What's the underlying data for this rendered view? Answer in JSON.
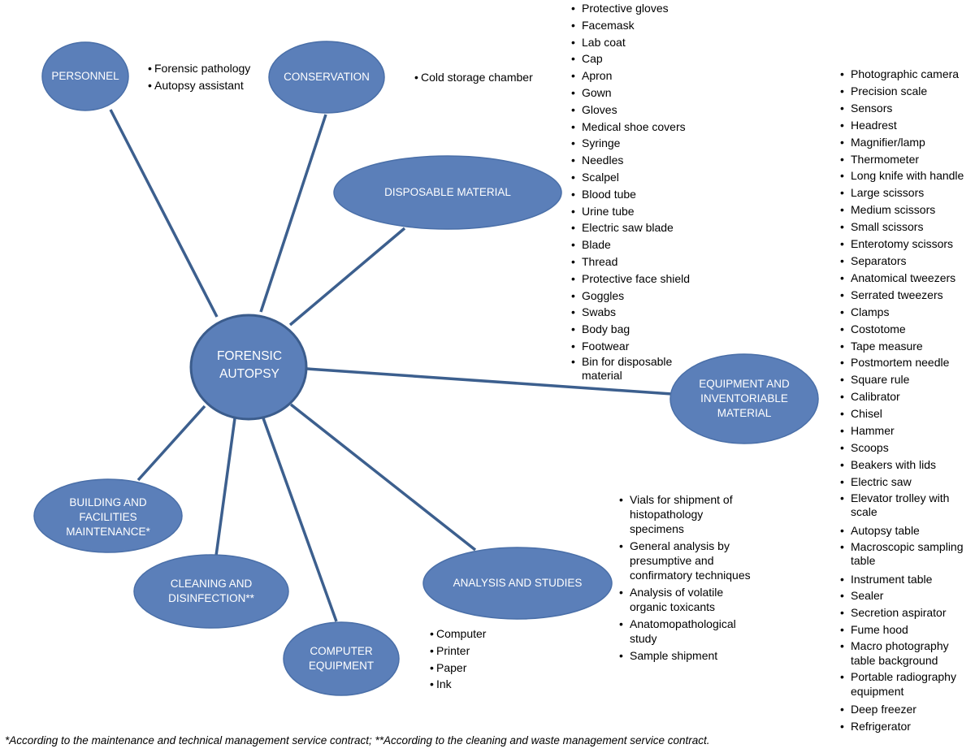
{
  "center": {
    "label": "FORENSIC AUTOPSY"
  },
  "nodes": {
    "personnel": "PERSONNEL",
    "conservation": "CONSERVATION",
    "disposable": "DISPOSABLE MATERIAL",
    "equipment": "EQUIPMENT AND INVENTORIABLE MATERIAL",
    "analysis": "ANALYSIS AND STUDIES",
    "computer": "COMPUTER EQUIPMENT",
    "cleaning": "CLEANING AND DISINFECTION**",
    "building": "BUILDING AND FACILITIES MAINTENANCE*"
  },
  "lists": {
    "personnel": [
      "Forensic pathology",
      "Autopsy assistant"
    ],
    "conservation": [
      "Cold storage chamber"
    ],
    "disposable": [
      "Protective gloves",
      "Facemask",
      "Lab coat",
      "Cap",
      "Apron",
      "Gown",
      "Gloves",
      "Medical shoe covers",
      "Syringe",
      "Needles",
      "Scalpel",
      "Blood tube",
      "Urine tube",
      "Electric saw blade",
      "Blade",
      "Thread",
      "Protective face shield",
      "Goggles",
      "Swabs",
      "Body bag",
      "Footwear",
      "Bin for disposable material"
    ],
    "equipment": [
      "Photographic camera",
      "Precision scale",
      "Sensors",
      "Headrest",
      "Magnifier/lamp",
      "Thermometer",
      "Long knife with handle",
      "Large scissors",
      "Medium scissors",
      "Small scissors",
      "Enterotomy scissors",
      "Separators",
      "Anatomical tweezers",
      "Serrated tweezers",
      "Clamps",
      "Costotome",
      "Tape measure",
      "Postmortem needle",
      "Square rule",
      "Calibrator",
      "Chisel",
      "Hammer",
      "Scoops",
      "Beakers with lids",
      "Electric saw",
      "Elevator trolley with scale",
      "Autopsy table",
      "Macroscopic sampling table",
      "Instrument table",
      "Sealer",
      "Secretion aspirator",
      "Fume hood",
      "Macro photography table background",
      "Portable radiography equipment",
      "Deep freezer",
      "Refrigerator"
    ],
    "analysis": [
      "Vials for shipment of histopathology specimens",
      "General analysis by presumptive and confirmatory techniques",
      "Analysis of volatile organic toxicants",
      "Anatomopathological study",
      "Sample shipment"
    ],
    "computer": [
      "Computer",
      "Printer",
      "Paper",
      "Ink"
    ]
  },
  "footnote": "*According to the maintenance and technical management service contract; **According to the cleaning and waste management service contract.",
  "colors": {
    "node_fill": "#5b7fb9",
    "node_stroke": "#4a6fa8",
    "center_stroke": "#3b5c8c",
    "connector": "#3c5f8e"
  }
}
